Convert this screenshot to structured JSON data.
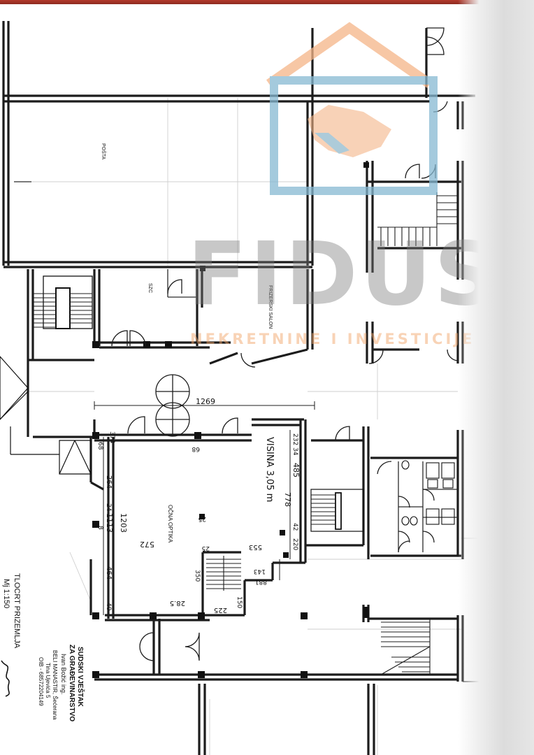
{
  "rooms": {
    "posta": "POŠTA",
    "szc": "SZC",
    "frizerski_salon": "FRIZERSKI SALON",
    "ocna_optika": "OČNA OPTIKA"
  },
  "annotations": {
    "visina": "VISINA 3,05 m",
    "width_1269": "1269"
  },
  "dimensions": {
    "d374": "374",
    "d68a": "68",
    "d68b": "68",
    "d264": "264",
    "d24": "24",
    "d1203": "1203",
    "d1113": "1113",
    "d8": "8",
    "d464": "464",
    "d40": "40",
    "d572": "572",
    "d25a": "25",
    "d25b": "25",
    "d553": "553",
    "d350": "350",
    "d285": "28.5",
    "d225": "225",
    "d150": "150",
    "d143": "143",
    "d881": "881",
    "d232": "232",
    "d34": "34",
    "d485": "485",
    "d778": "778",
    "d42": "42",
    "d220": "220"
  },
  "title_block": {
    "line1": "TLOCRT PRIZEMLJA",
    "line2": "Mj 1:150"
  },
  "stamp": {
    "line1": "SUDSKI VJEŠTAK",
    "line2": "ZA GRAĐEVINARSTVO",
    "line3": "Ivan Božić ing.",
    "line4": "BELI MANASTIR, Šećerana",
    "line5": "Tina Ujevića 5",
    "line6": "OIB - 68572204149"
  },
  "watermark": {
    "brand": "FIDUS",
    "tagline": "NEKRETNINE I INVESTICIJE",
    "colors": {
      "brand": "#7a7a7a",
      "tagline": "#f2a56b",
      "house_outline": "#f2a56b",
      "box": "#6aa6c4"
    }
  }
}
